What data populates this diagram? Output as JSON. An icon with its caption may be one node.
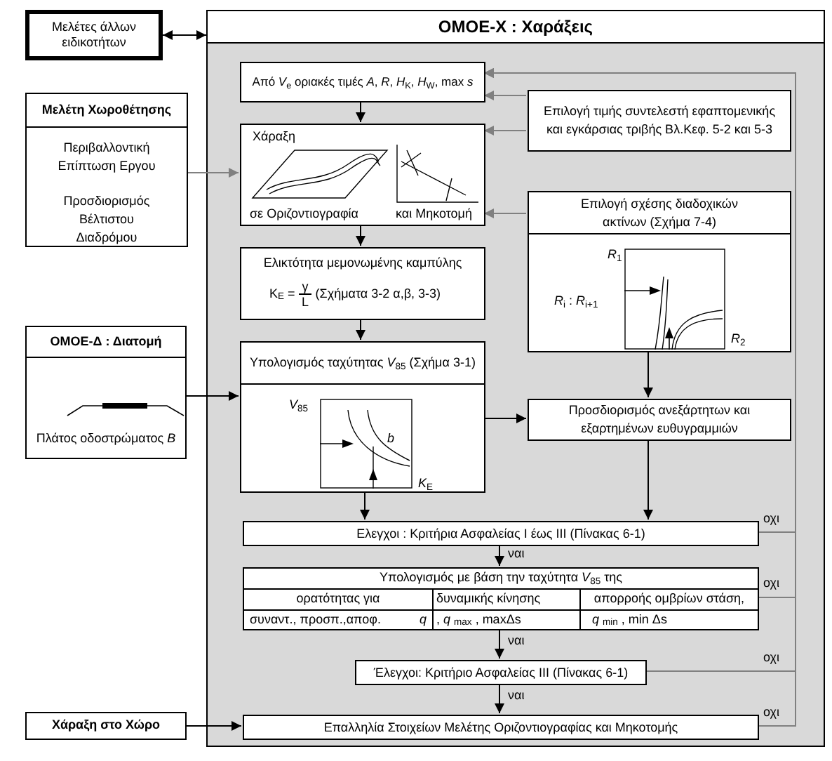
{
  "diagram": {
    "nodes": [
      {
        "text": [
          "Μελέτες άλλων ειδικοτήτων"
        ]
      },
      {
        "text": [
          "ΟΜΟΕ-Χ : Χαράξεις"
        ]
      },
      {
        "text": [
          "Μελέτη Χωροθέτησης",
          "Περιβαλλοντική Επίπτωση Εργου",
          "Προσδιορισμός Βέλτιστου Διαδρόμου"
        ]
      },
      {
        "text": [
          "ΟΜΟΕ-Δ : Διατομή",
          "Πλάτος οδοστρώματος *B*"
        ]
      },
      {
        "text": [
          "Χάραξη στο Χώρο"
        ]
      },
      {
        "text": [
          "Από *V*$_{e}$ οριακές τιμές *A*, *R*, *H*$_{K}$, *H*$_{W}$, max *s*"
        ],
        "in": 1
      },
      {
        "text": [
          "Επιλογή τιμής συντελεστή εφαπτομενικής και εγκάρσιας τριβής Βλ.Κεφ. 5-2 και 5-3"
        ],
        "in": 1
      },
      {
        "text": [
          "Χάραξη",
          "σε Οριζοντιογραφία",
          "και Μηκοτομή"
        ],
        "in": 1
      },
      {
        "text": [
          "Ελικτότητα μεμονωμένης καμπύλης",
          "K$_{E}$ =",
          "γ",
          "L",
          "(Σχήματα 3-2 α,β, 3-3)"
        ],
        "in": 1
      },
      {
        "text": [
          "Επιλογή σχέσης διαδοχικών ακτίνων (Σχήμα 7-4)",
          "*R*$_{1}$",
          "*R*$_{i}$ : *R*$_{i+1}$",
          "*R*$_{2}$"
        ],
        "in": 1
      },
      {
        "text": [
          "Υπολογισμός ταχύτητας *V*$_{85}$ (Σχήμα 3-1)",
          "*V*$_{85}$",
          "*b*",
          "*K*$_{E}$"
        ],
        "in": 1
      },
      {
        "text": [
          "Προσδιορισμός ανεξάρτητων και εξαρτημένων ευθυγραμμιών"
        ],
        "in": 1
      },
      {
        "text": [
          "Ελεγχοι : Κριτήρια Ασφαλείας Ι έως ΙΙΙ (Πίνακας 6-1)"
        ],
        "in": 1
      },
      {
        "text": [
          "Υπολογισμός με βάση την ταχύτητα *V*$_{85}$ της",
          "ορατότητας για",
          "δυναμικής κίνησης",
          "απορροής ομβρίων στάση,",
          "συναντ., προσπ.,αποφ.",
          "*q*",
          ", *q* $_{max}$ , maxΔs",
          "*q* $_{min}$ , min Δs"
        ],
        "in": 1
      },
      {
        "text": [
          "Έλεγχοι: Κριτήριο Ασφαλείας ΙΙΙ (Πίνακας 6-1)"
        ],
        "in": 1
      },
      {
        "text": [
          "Επαλληλία Στοιχείων Μελέτης Οριζοντιογραφίας και Μηκοτομής"
        ],
        "in": 1
      }
    ],
    "edges": [
      {
        "from": 0,
        "to": 1,
        "arrow": "both"
      },
      {
        "from": 2,
        "to": 7,
        "arrow": "to",
        "color": "#808080"
      },
      {
        "from": 3,
        "to": 10,
        "arrow": "to"
      },
      {
        "from": 4,
        "to": 15,
        "arrow": "to"
      },
      {
        "from": 5,
        "to": 7,
        "arrow": "to"
      },
      {
        "from": 6,
        "to": 5,
        "arrow": "to",
        "color": "#808080"
      },
      {
        "from": 6,
        "to": 7,
        "arrow": "to",
        "color": "#808080"
      },
      {
        "from": 9,
        "to": 7,
        "arrow": "to",
        "color": "#808080"
      },
      {
        "from": 7,
        "to": 8,
        "arrow": "to"
      },
      {
        "from": 8,
        "to": 10,
        "arrow": "to"
      },
      {
        "from": 10,
        "to": 11,
        "arrow": "to"
      },
      {
        "from": 9,
        "to": 11,
        "arrow": "to"
      },
      {
        "from": 10,
        "to": 12,
        "arrow": "to"
      },
      {
        "from": 11,
        "to": 12,
        "arrow": "to"
      },
      {
        "from": 12,
        "to": 13,
        "arrow": "to",
        "label": "ναι"
      },
      {
        "from": 13,
        "to": 14,
        "arrow": "to",
        "label": "ναι"
      },
      {
        "from": 14,
        "to": 15,
        "arrow": "to",
        "label": "ναι"
      },
      {
        "from": 12,
        "to": 5,
        "arrow": "to",
        "label": "οχι",
        "color": "#808080"
      },
      {
        "from": 13,
        "to": 5,
        "arrow": "to",
        "label": "οχι",
        "color": "#808080"
      },
      {
        "from": 14,
        "to": 5,
        "arrow": "to",
        "label": "οχι",
        "color": "#808080"
      },
      {
        "from": 15,
        "to": 5,
        "arrow": "to",
        "label": "οχι",
        "color": "#808080"
      }
    ]
  }
}
